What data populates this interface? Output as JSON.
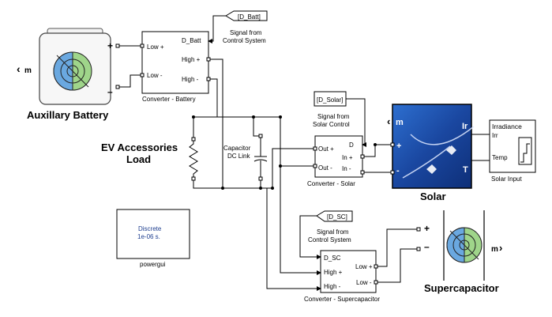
{
  "battery": {
    "label": "Auxillary Battery",
    "port_label": "m",
    "plus": "+",
    "minus": "–"
  },
  "conv_battery": {
    "caption": "Converter - Battery",
    "in_low_plus": "Low +",
    "in_low_minus": "Low -",
    "out_dbatt": "D_Batt",
    "out_high_plus": "High +",
    "out_high_minus": "High -"
  },
  "goto_batt": {
    "tag": "[D_Batt]",
    "caption_1": "Signal from",
    "caption_2": "Control System"
  },
  "ev_load": {
    "label_1": "EV Accessories",
    "label_2": "Load"
  },
  "capacitor": {
    "label_1": "Capacitor",
    "label_2": "DC Link"
  },
  "goto_solar": {
    "tag": "[D_Solar]",
    "caption_1": "Signal from",
    "caption_2": "Solar Control"
  },
  "conv_solar": {
    "caption": "Converter - Solar",
    "out_plus": "Out +",
    "out_minus": "Out -",
    "d": "D",
    "in_plus": "In +",
    "in_minus": "In -"
  },
  "solar": {
    "label": "Solar",
    "port_m": "m",
    "ir": "Ir",
    "t": "T",
    "plus": "+",
    "minus": "-"
  },
  "solar_input": {
    "caption": "Solar Input",
    "irradiance": "Irradiance",
    "irr": "Irr",
    "temp": "Temp"
  },
  "powergui": {
    "line_1": "Discrete",
    "line_2": "1e-06 s.",
    "caption": "powergui"
  },
  "goto_sc": {
    "tag": "[D_SC]",
    "caption_1": "Signal from",
    "caption_2": "Control System"
  },
  "conv_sc": {
    "caption": "Converter - Supercapacitor",
    "d_sc": "D_SC",
    "high_plus": "High +",
    "high_minus": "High -",
    "low_plus": "Low +",
    "low_minus": "Low -"
  },
  "supercap": {
    "label": "Supercapacitor",
    "port_m": "m",
    "plus": "+",
    "minus": "–"
  },
  "colors": {
    "solar_blue": "#1c4ea8",
    "icon_green": "#9fd58a",
    "icon_blue": "#6aa8e0",
    "powergui_text": "#1f3f8f"
  }
}
